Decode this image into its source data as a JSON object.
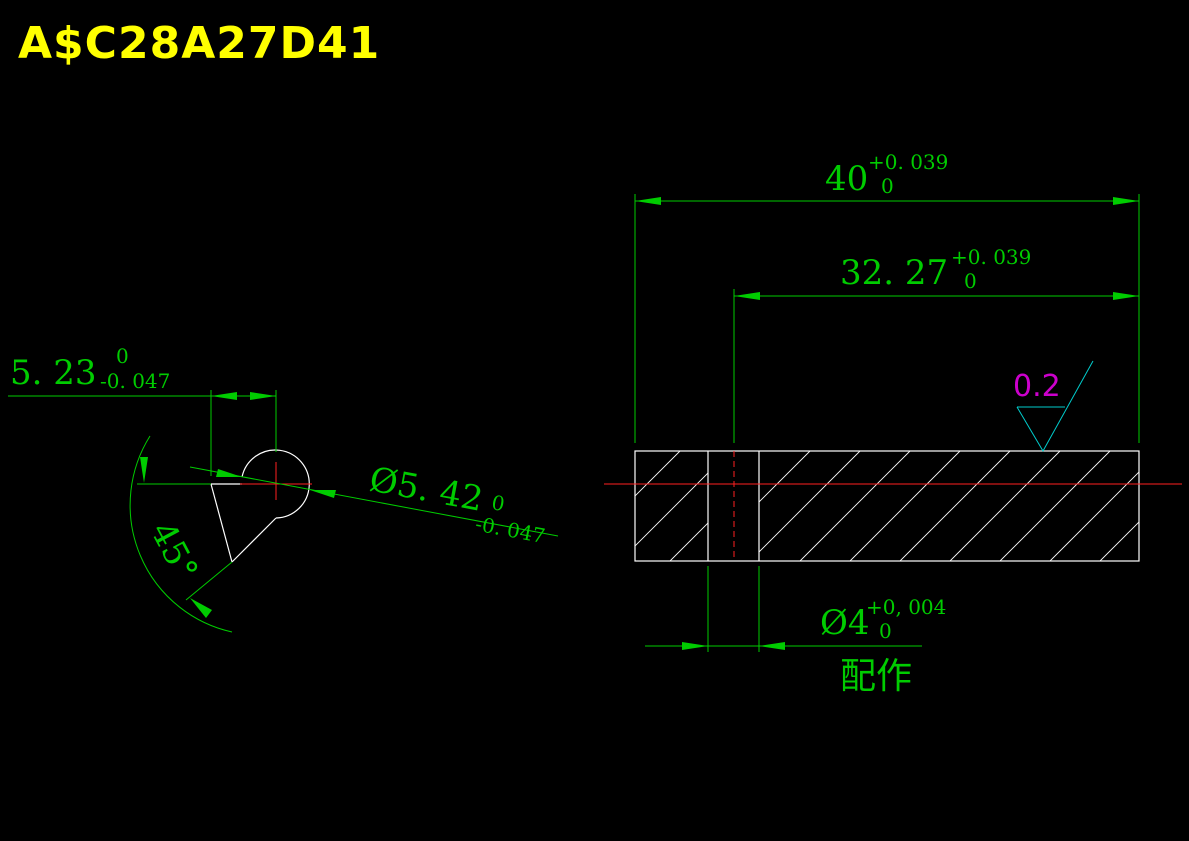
{
  "title": "A$C28A27D41",
  "colors": {
    "background": "#000000",
    "title": "#ffff00",
    "dimension": "#00cc00",
    "outline": "#ffffff",
    "centerline": "#ff0000",
    "roughness_value": "#cc00cc",
    "roughness_symbol": "#00cccc"
  },
  "dimensions": {
    "overall_length": {
      "value": "40",
      "upper": "+0. 039",
      "lower": "0"
    },
    "hole_offset": {
      "value": "32. 27",
      "upper": "+0. 039",
      "lower": "0"
    },
    "hole_diameter": {
      "value": "Ø4",
      "upper": "+0, 004",
      "lower": "0",
      "note": "配作"
    },
    "flat_depth": {
      "value": "5. 23",
      "upper": "0",
      "lower": "-0. 047"
    },
    "pin_diameter": {
      "value": "Ø5. 42",
      "upper": "0",
      "lower": "-0. 047"
    },
    "angle": {
      "value": "45°"
    }
  },
  "surface_roughness": {
    "value": "0.2"
  }
}
